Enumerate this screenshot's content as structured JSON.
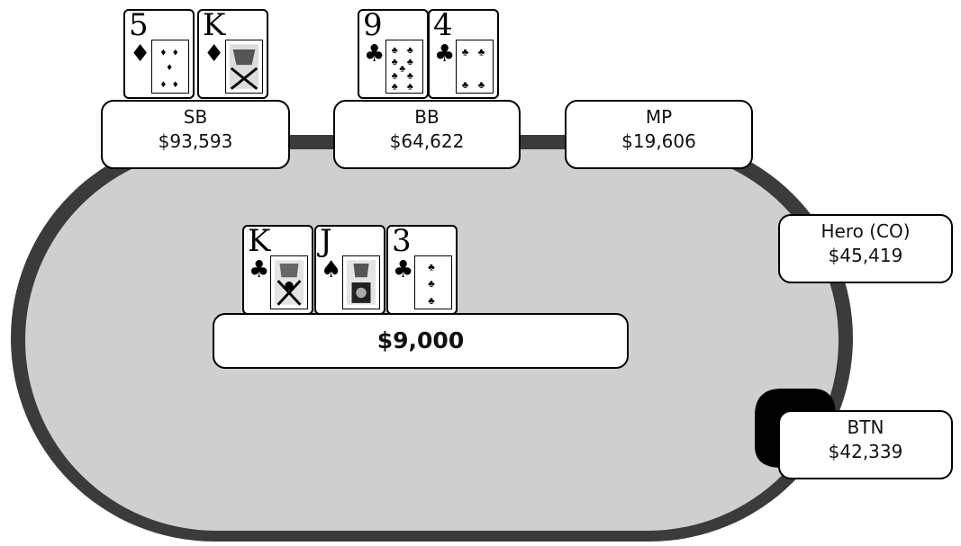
{
  "seats": {
    "sb": {
      "position": "SB",
      "stack": "$93,593"
    },
    "bb": {
      "position": "BB",
      "stack": "$64,622"
    },
    "mp": {
      "position": "MP",
      "stack": "$19,606"
    },
    "hero": {
      "position": "Hero (CO)",
      "stack": "$45,419"
    },
    "btn": {
      "position": "BTN",
      "stack": "$42,339"
    }
  },
  "pot": "$9,000",
  "hole_cards": {
    "sb": [
      {
        "rank": "5",
        "suit": "♦"
      },
      {
        "rank": "K",
        "suit": "♦"
      }
    ],
    "bb": [
      {
        "rank": "9",
        "suit": "♣"
      },
      {
        "rank": "4",
        "suit": "♣"
      }
    ]
  },
  "board": [
    {
      "rank": "K",
      "suit": "♣"
    },
    {
      "rank": "J",
      "suit": "♠"
    },
    {
      "rank": "3",
      "suit": "♣"
    }
  ],
  "colors": {
    "felt": "#cfcfcf",
    "rail": "#3b3b3b",
    "dealer_button": "#000000"
  }
}
